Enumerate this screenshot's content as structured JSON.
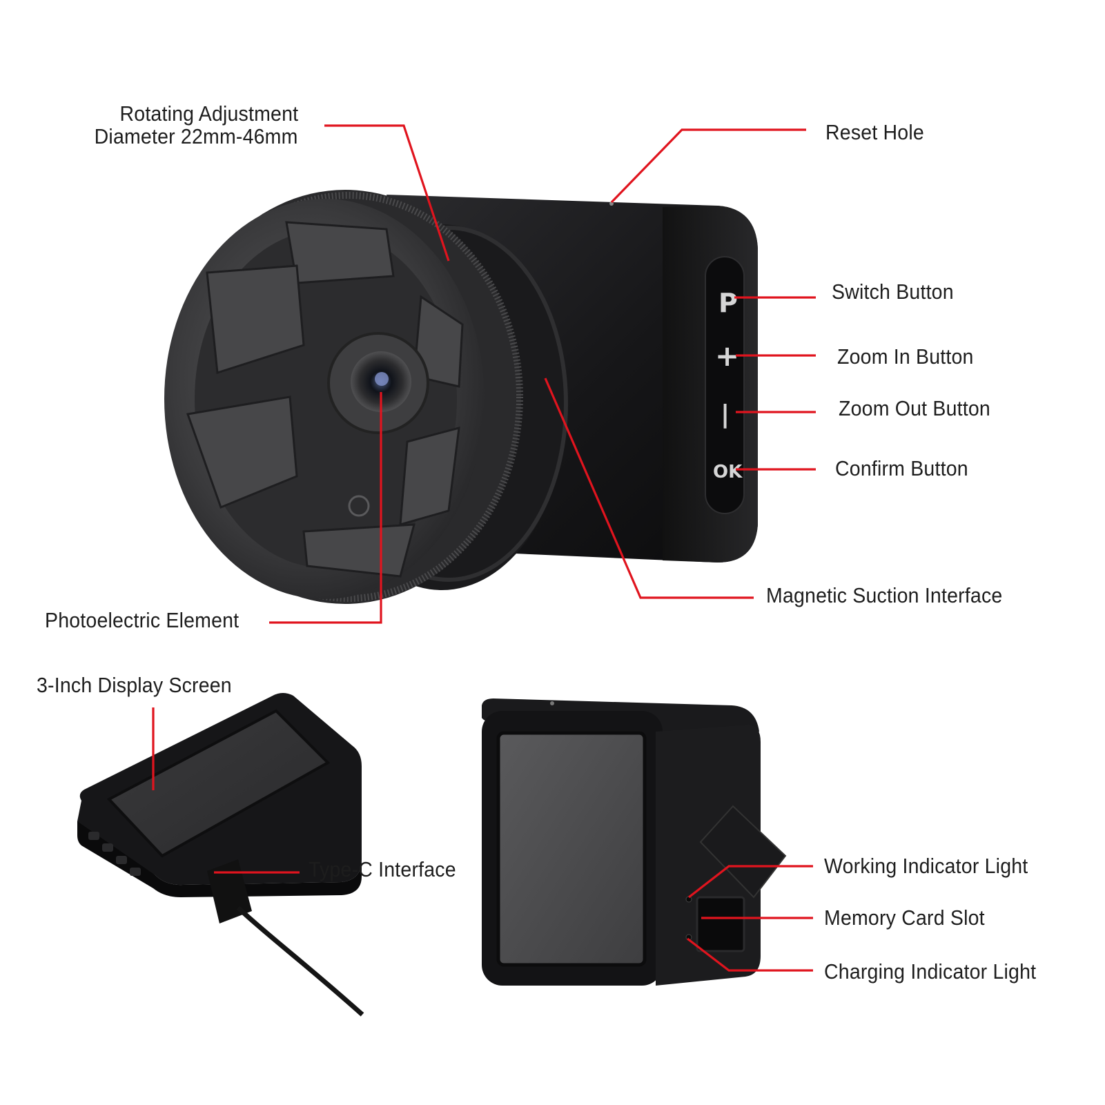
{
  "labels": {
    "rotating_line1": "Rotating Adjustment",
    "rotating_line2": "Diameter 22mm-46mm",
    "reset_hole": "Reset Hole",
    "switch_button": "Switch Button",
    "zoom_in_button": "Zoom In Button",
    "zoom_out_button": "Zoom Out Button",
    "confirm_button": "Confirm Button",
    "magnetic_interface": "Magnetic Suction Interface",
    "photoelectric_element": "Photoelectric Element",
    "display_screen": "3-Inch Display Screen",
    "typec_interface": "Type-C Interface",
    "working_light": "Working Indicator Light",
    "memory_slot": "Memory Card Slot",
    "charging_light": "Charging Indicator Light"
  },
  "buttons": {
    "p": "P",
    "plus": "+",
    "minus": "|",
    "ok": "OK"
  },
  "colors": {
    "leader_line": "#e0141e",
    "device_body": "#1c1c1e",
    "text": "#1d1d1d"
  }
}
